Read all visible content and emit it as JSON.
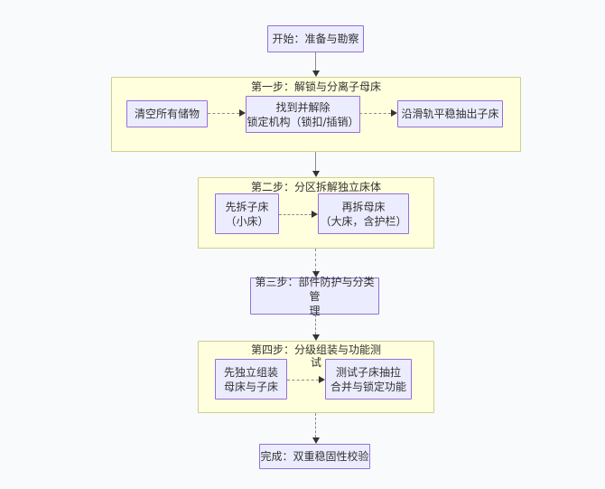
{
  "colors": {
    "node_fill": "#ECECFF",
    "node_border": "#9370DB",
    "group_fill": "#FFFFDE",
    "group_border": "#CFCF8F",
    "edge_line": "#8c8c8c",
    "arrowhead": "#333333",
    "text": "#333333",
    "background": "#F9FAFB"
  },
  "flowchart": {
    "start": {
      "label": "开始：准备与勘察"
    },
    "step1": {
      "title": "第一步：解锁与分离子母床",
      "clear_storage": {
        "label": "清空所有储物"
      },
      "unlock": {
        "lines": [
          "找到并解除",
          "锁定机构（锁扣/插销）"
        ]
      },
      "slide_out": {
        "label": "沿滑轨平稳抽出子床"
      }
    },
    "step2": {
      "title": "第二步：分区拆解独立床体",
      "child_bed": {
        "lines": [
          "先拆子床",
          "（小床）"
        ]
      },
      "parent_bed": {
        "lines": [
          "再拆母床",
          "（大床，含护栏）"
        ]
      }
    },
    "step3": {
      "lines": [
        "第三步：部件防护与分类管",
        "理"
      ]
    },
    "step4": {
      "title_lines": [
        "第四步：分级组装与功能测",
        "试"
      ],
      "assemble": {
        "lines": [
          "先独立组装",
          "母床与子床"
        ]
      },
      "test": {
        "lines": [
          "测试子床抽拉",
          "合并与锁定功能"
        ]
      }
    },
    "finish": {
      "label": "完成：双重稳固性校验"
    }
  }
}
